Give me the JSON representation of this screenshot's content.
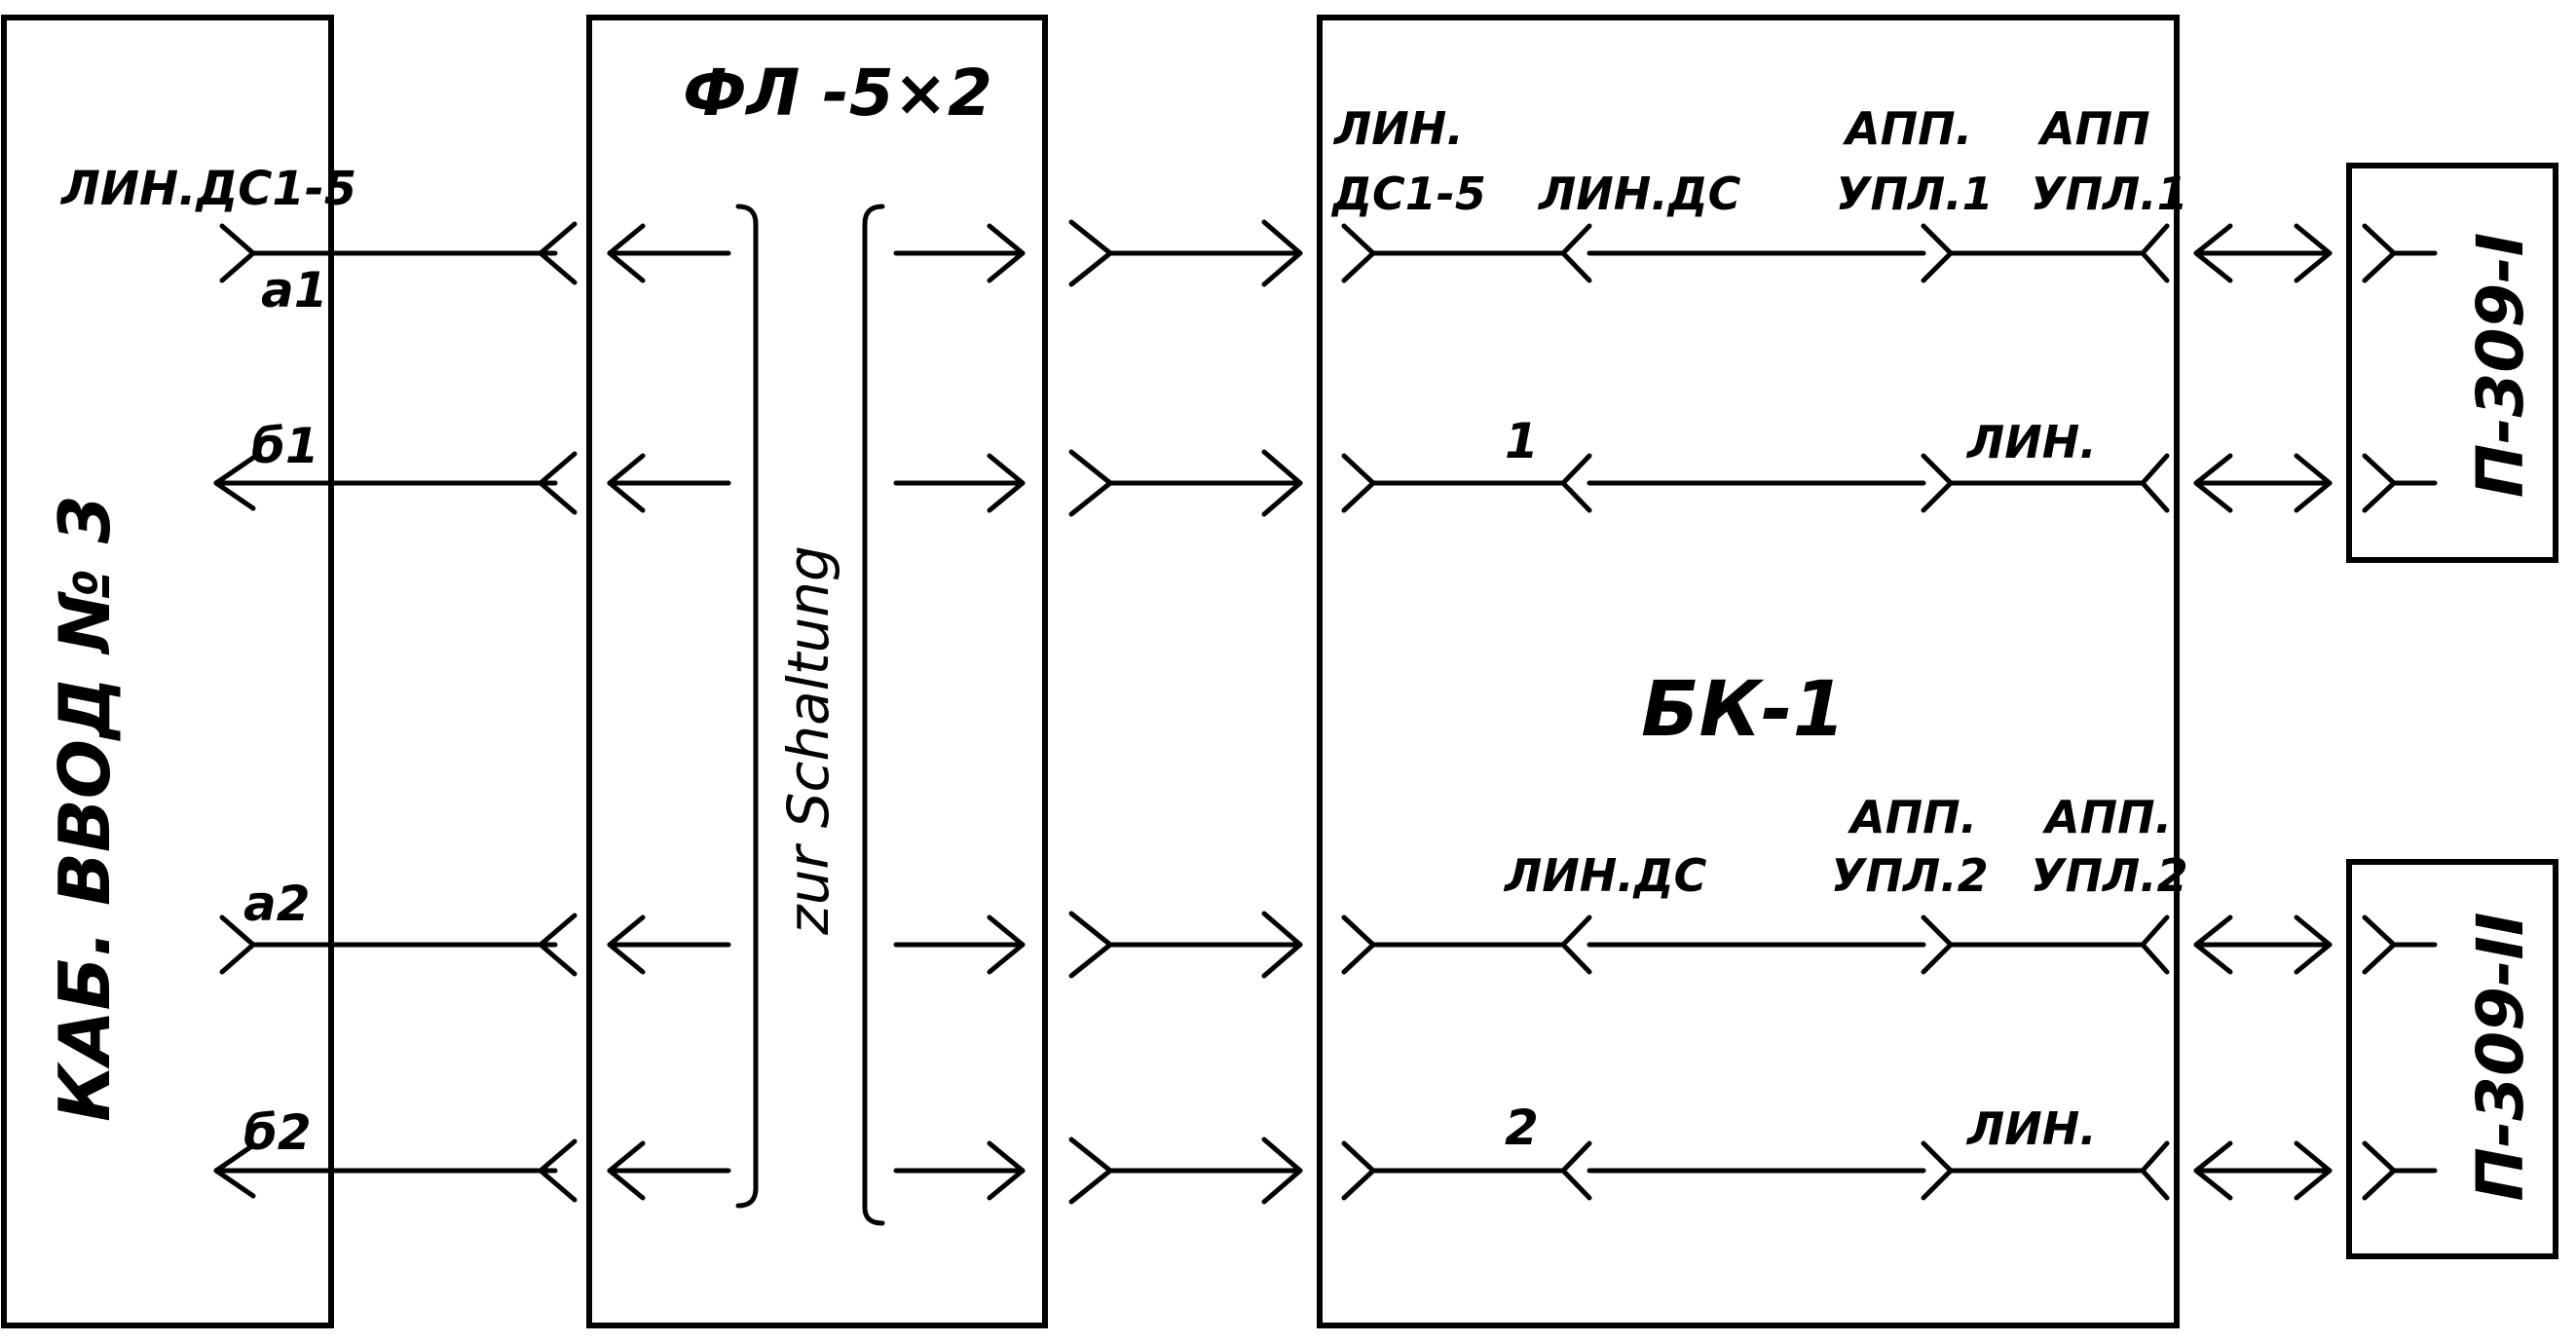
{
  "blocks": {
    "cable_entry": "КАБ. ВВОД № 3",
    "filter": "ФЛ -5×2",
    "filter_note": "zur Schaltung",
    "bk": "БК-1",
    "p309_1": "П-309-I",
    "p309_2": "П-309-II"
  },
  "cable_labels": {
    "top": "ЛИН.ДС1-5",
    "a1": "a1",
    "b1": "б1",
    "a2": "a2",
    "b2": "б2"
  },
  "bk_labels": {
    "lin_ds15_line1": "ЛИН.",
    "lin_ds15_line2": "ДС1-5",
    "lin_ds_1": "ЛИН.ДС",
    "app_upl1_l1": "АПП.",
    "app_upl1_l2": "УПЛ.1",
    "app_upl1b_l1": "АПП",
    "app_upl1b_l2": "УПЛ.1",
    "num1": "1",
    "lin_1": "ЛИН.",
    "lin_ds_2": "ЛИН.ДС",
    "app_upl2_l1": "АПП.",
    "app_upl2_l2": "УПЛ.2",
    "app_upl2b_l1": "АПП.",
    "app_upl2b_l2": "УПЛ.2",
    "num2": "2",
    "lin_2": "ЛИН."
  }
}
